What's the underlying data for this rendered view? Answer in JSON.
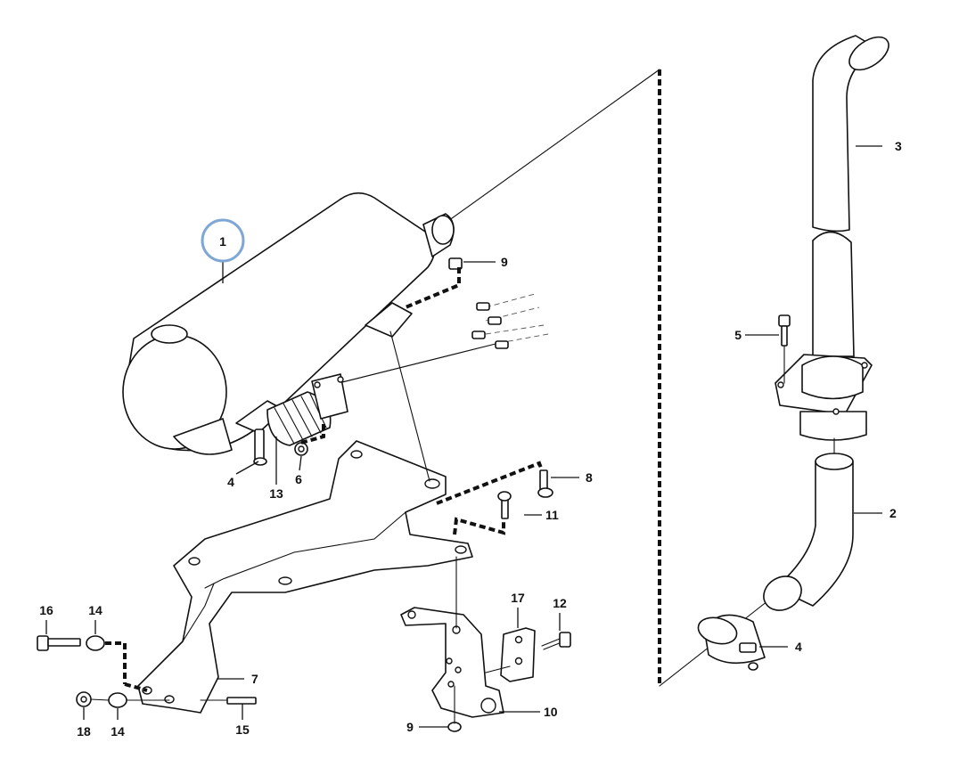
{
  "highlight": {
    "color": "#7fa7d6"
  },
  "callouts": {
    "c1": "1",
    "c2": "2",
    "c3": "3",
    "c4a": "4",
    "c4b": "4",
    "c5": "5",
    "c6": "6",
    "c7": "7",
    "c8": "8",
    "c9a": "9",
    "c9b": "9",
    "c10": "10",
    "c11": "11",
    "c12": "12",
    "c13": "13",
    "c14a": "14",
    "c14b": "14",
    "c15": "15",
    "c16": "16",
    "c17": "17",
    "c18": "18"
  }
}
